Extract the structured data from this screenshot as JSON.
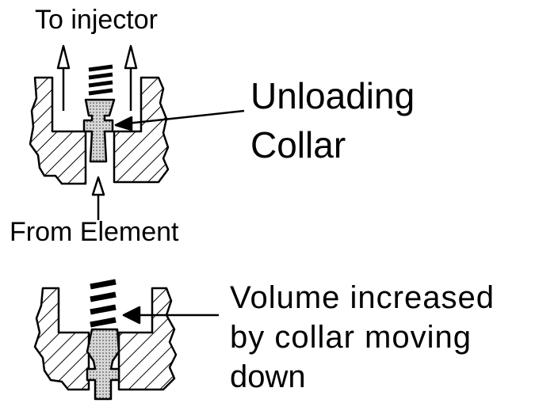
{
  "labels": {
    "to_injector": "To  injector",
    "unloading_line1": "Unloading",
    "unloading_line2": "Collar",
    "from_element": "From Element",
    "volume_line1": "Volume  increased",
    "volume_line2": "by  collar  moving",
    "volume_line3": "down"
  },
  "colors": {
    "ink": "#000000",
    "paper": "#ffffff",
    "fill": "#c8c8c8"
  }
}
